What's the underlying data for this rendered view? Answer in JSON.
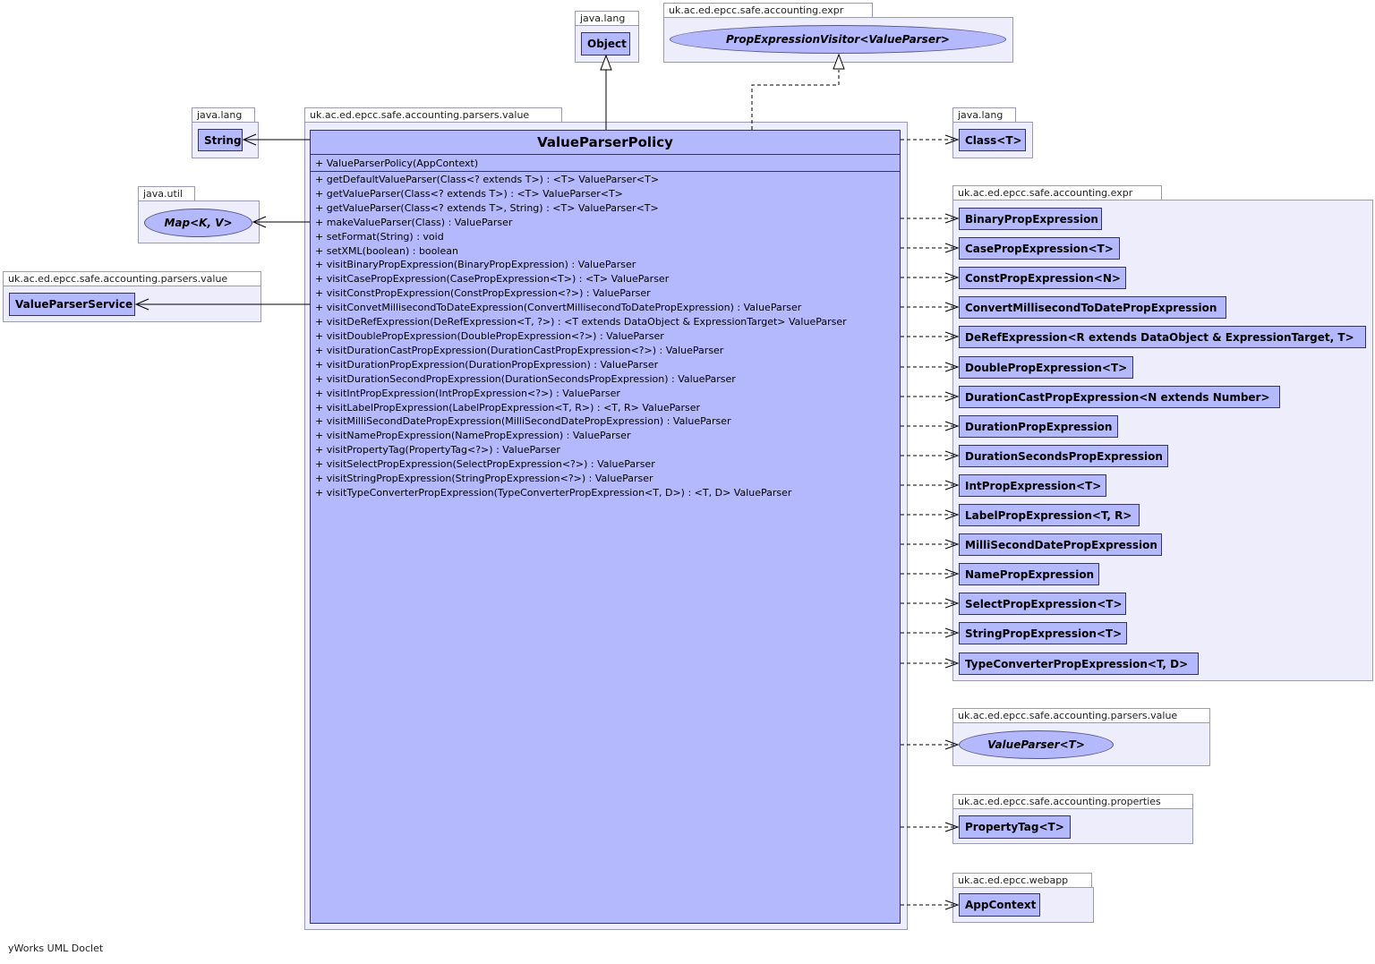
{
  "main_class": {
    "package": "uk.ac.ed.epcc.safe.accounting.parsers.value",
    "name": "ValueParserPolicy",
    "constructor": "+  ValueParserPolicy(AppContext)",
    "methods": [
      "+  getDefaultValueParser(Class<? extends T>) :  <T> ValueParser<T>",
      "+  getValueParser(Class<? extends T>) :  <T> ValueParser<T>",
      "+  getValueParser(Class<? extends T>, String) :  <T> ValueParser<T>",
      "+  makeValueParser(Class) : ValueParser",
      "+  setFormat(String) : void",
      "+  setXML(boolean) : boolean",
      "+  visitBinaryPropExpression(BinaryPropExpression) : ValueParser",
      "+  visitCasePropExpression(CasePropExpression<T>) :  <T> ValueParser",
      "+  visitConstPropExpression(ConstPropExpression<?>) : ValueParser",
      "+  visitConvetMillisecondToDateExpression(ConvertMillisecondToDatePropExpression) : ValueParser",
      "+  visitDeRefExpression(DeRefExpression<T, ?>) :  <T extends DataObject & ExpressionTarget> ValueParser",
      "+  visitDoublePropExpression(DoublePropExpression<?>) : ValueParser",
      "+  visitDurationCastPropExpression(DurationCastPropExpression<?>) : ValueParser",
      "+  visitDurationPropExpression(DurationPropExpression) : ValueParser",
      "+  visitDurationSecondPropExpression(DurationSecondsPropExpression) : ValueParser",
      "+  visitIntPropExpression(IntPropExpression<?>) : ValueParser",
      "+  visitLabelPropExpression(LabelPropExpression<T, R>) :  <T, R> ValueParser",
      "+  visitMilliSecondDatePropExpression(MilliSecondDatePropExpression) : ValueParser",
      "+  visitNamePropExpression(NamePropExpression) : ValueParser",
      "+  visitPropertyTag(PropertyTag<?>) : ValueParser",
      "+  visitSelectPropExpression(SelectPropExpression<?>) : ValueParser",
      "+  visitStringPropExpression(StringPropExpression<?>) : ValueParser",
      "+  visitTypeConverterPropExpression(TypeConverterPropExpression<T, D>) :  <T, D> ValueParser"
    ]
  },
  "object_pkg": {
    "label": "java.lang",
    "class": "Object"
  },
  "visitor_pkg": {
    "label": "uk.ac.ed.epcc.safe.accounting.expr",
    "interface": "PropExpressionVisitor<ValueParser>"
  },
  "string_pkg": {
    "label": "java.lang",
    "class": "String"
  },
  "map_pkg": {
    "label": "java.util",
    "interface": "Map<K, V>"
  },
  "service_pkg": {
    "label": "uk.ac.ed.epcc.safe.accounting.parsers.value",
    "class": "ValueParserService"
  },
  "class_pkg": {
    "label": "java.lang",
    "class": "Class<T>"
  },
  "expr_pkg": {
    "label": "uk.ac.ed.epcc.safe.accounting.expr",
    "classes": [
      "BinaryPropExpression",
      "CasePropExpression<T>",
      "ConstPropExpression<N>",
      "ConvertMillisecondToDatePropExpression",
      "DeRefExpression<R extends DataObject & ExpressionTarget, T>",
      "DoublePropExpression<T>",
      "DurationCastPropExpression<N extends Number>",
      "DurationPropExpression",
      "DurationSecondsPropExpression",
      "IntPropExpression<T>",
      "LabelPropExpression<T, R>",
      "MilliSecondDatePropExpression",
      "NamePropExpression",
      "SelectPropExpression<T>",
      "StringPropExpression<T>",
      "TypeConverterPropExpression<T, D>"
    ]
  },
  "valueparser_pkg": {
    "label": "uk.ac.ed.epcc.safe.accounting.parsers.value",
    "interface": "ValueParser<T>"
  },
  "properties_pkg": {
    "label": "uk.ac.ed.epcc.safe.accounting.properties",
    "class": "PropertyTag<T>"
  },
  "webapp_pkg": {
    "label": "uk.ac.ed.epcc.webapp",
    "class": "AppContext"
  },
  "footer": "yWorks UML Doclet",
  "colors": {
    "class_fill": "#b4b8fc",
    "package_fill": "#ededfb",
    "class_border": "#333366",
    "edge": "#000000"
  }
}
